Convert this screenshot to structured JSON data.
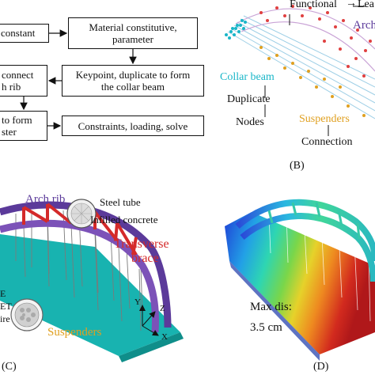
{
  "panel_a": {
    "boxes": [
      {
        "lines": [
          "constant"
        ]
      },
      {
        "lines": [
          "Material constitutive,",
          "parameter"
        ]
      },
      {
        "lines": [
          "connect",
          "h rib"
        ]
      },
      {
        "lines": [
          "Keypoint, duplicate to form",
          "the collar beam"
        ]
      },
      {
        "lines": [
          "to form",
          "ster"
        ]
      },
      {
        "lines": [
          "Constraints, loading, solve"
        ]
      }
    ]
  },
  "panel_b": {
    "label": "(B)",
    "functional": "Functional",
    "arrow_glyph": "→",
    "lea": "Lea",
    "arch": "Arch",
    "collar_beam": "Collar beam",
    "duplicate": "Duplicate",
    "nodes": "Nodes",
    "suspenders": "Suspenders",
    "connection": "Connection"
  },
  "panel_c": {
    "label": "(C)",
    "arch_rib": "Arch rib",
    "steel_tube": "Steel tube",
    "infilled_concrete": "Infilled concrete",
    "transverse": "Transverse",
    "brace": "brace",
    "e_label": "E",
    "et_label": "ET",
    "ire_label": "ire",
    "suspenders": "Suspenders",
    "axis_y": "Y",
    "axis_z": "Z",
    "axis_x": "X"
  },
  "panel_d": {
    "label": "(D)",
    "max_dis": "Max dis:",
    "max_value": "3.5 cm"
  },
  "colors": {
    "arch_purple": "#5b3a9a",
    "transverse_red": "#d42a2a",
    "collar_cyan": "#19b6c8",
    "suspender_orange": "#e0a020",
    "deck_cyan": "#18b3b0"
  }
}
